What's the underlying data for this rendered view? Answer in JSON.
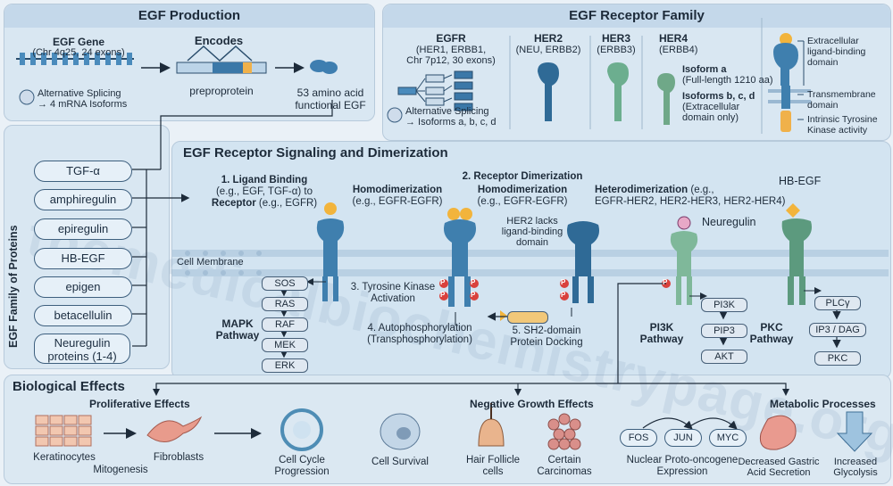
{
  "production": {
    "title": "EGF Production",
    "gene_title": "EGF Gene",
    "gene_sub": "(Chr 4q25, 24 exons)",
    "encodes": "Encodes",
    "preproprotein": "preproprotein",
    "functional_egf_1": "53 amino acid",
    "functional_egf_2": "functional EGF",
    "splicing_1": "Alternative Splicing",
    "splicing_2": "→ 4 mRNA Isoforms"
  },
  "receptor_family": {
    "title": "EGF Receptor Family",
    "egfr": {
      "name": "EGFR",
      "l1": "(HER1, ERBB1,",
      "l2": "Chr 7p12, 30 exons)"
    },
    "her2": {
      "name": "HER2",
      "l1": "(NEU, ERBB2)"
    },
    "her3": {
      "name": "HER3",
      "l1": "(ERBB3)"
    },
    "her4": {
      "name": "HER4",
      "l1": "(ERBB4)"
    },
    "isoform_a_title": "Isoform a",
    "isoform_a_sub": "(Full-length 1210 aa)",
    "isoform_bcd_title": "Isoforms b, c, d",
    "isoform_bcd_l1": "(Extracellular",
    "isoform_bcd_l2": "domain only)",
    "splicing_1": "Alternative Splicing",
    "splicing_2": "→ Isoforms a, b, c, d",
    "domain_extracellular_1": "Extracellular",
    "domain_extracellular_2": "ligand-binding",
    "domain_extracellular_3": "domain",
    "domain_transmembrane_1": "Transmembrane",
    "domain_transmembrane_2": "domain",
    "domain_kinase_1": "Intrinsic Tyrosine",
    "domain_kinase_2": "Kinase activity"
  },
  "family": {
    "title": "EGF Family of Proteins",
    "items": [
      "TGF-α",
      "amphiregulin",
      "epiregulin",
      "HB-EGF",
      "epigen",
      "betacellulin",
      "Neuregulin proteins (1-4)"
    ]
  },
  "signaling": {
    "title": "EGF Receptor Signaling and Dimerization",
    "step1_title": "1. Ligand Binding",
    "step1_l1": "(e.g., EGF, TGF-α) to",
    "step1_l2_bold": "Receptor",
    "step1_l2_rest": " (e.g., EGFR)",
    "homo1_title": "Homodimerization",
    "homo1_sub": "(e.g., EGFR-EGFR)",
    "step2_title": "2. Receptor Dimerization",
    "homo2_title": "Homodimerization",
    "homo2_sub": "(e.g., EGFR-EGFR)",
    "hetero_title": "Heterodimerization",
    "hetero_rest": " (e.g.,",
    "hetero_sub": "EGFR-HER2, HER2-HER3, HER2-HER4)",
    "her2_note_1": "HER2 lacks",
    "her2_note_2": "ligand-binding",
    "her2_note_3": "domain",
    "neuregulin": "Neuregulin",
    "hb_egf": "HB-EGF",
    "membrane": "Cell Membrane",
    "step3_1": "3. Tyrosine Kinase",
    "step3_2": "Activation",
    "step4_1": "4. Autophosphorylation",
    "step4_2": "(Transphosphorylation)",
    "step5_1": "5. SH2-domain",
    "step5_2": "Protein Docking",
    "phospho": "P",
    "mapk_1": "MAPK",
    "mapk_2": "Pathway",
    "mapk_steps": [
      "SOS",
      "RAS",
      "RAF",
      "MEK",
      "ERK"
    ],
    "pi3k_1": "PI3K",
    "pi3k_2": "Pathway",
    "pi3k_steps": [
      "PI3K",
      "PIP3",
      "AKT"
    ],
    "pkc_1": "PKC",
    "pkc_2": "Pathway",
    "pkc_steps": [
      "PLCγ",
      "IP3 / DAG",
      "PKC"
    ]
  },
  "bio": {
    "title": "Biological Effects",
    "proliferative": "Proliferative Effects",
    "keratinocytes": "Keratinocytes",
    "mitogenesis": "Mitogenesis",
    "fibroblasts": "Fibroblasts",
    "cell_cycle_1": "Cell Cycle",
    "cell_cycle_2": "Progression",
    "survival": "Cell Survival",
    "negative": "Negative Growth Effects",
    "hair_1": "Hair Follicle",
    "hair_2": "cells",
    "carcinomas_1": "Certain",
    "carcinomas_2": "Carcinomas",
    "genes": [
      "FOS",
      "JUN",
      "MYC"
    ],
    "nuclear_1": "Nuclear Proto-oncogene",
    "nuclear_2": "Expression",
    "metabolic": "Metabolic Processes",
    "gastric_1": "Decreased Gastric",
    "gastric_2": "Acid Secretion",
    "glycolysis_1": "Increased",
    "glycolysis_2": "Glycolysis"
  },
  "watermark": "themedicalbiochemistrypage.org",
  "colors": {
    "egfr": "#3f7fae",
    "her2": "#2f6a96",
    "her3": "#6cae8f",
    "her4": "#6fa888",
    "kinase": "#f0b14a",
    "ligand": "#f2b43c",
    "phospho": "#d9413c",
    "title_bar": "#c4d8ea"
  }
}
